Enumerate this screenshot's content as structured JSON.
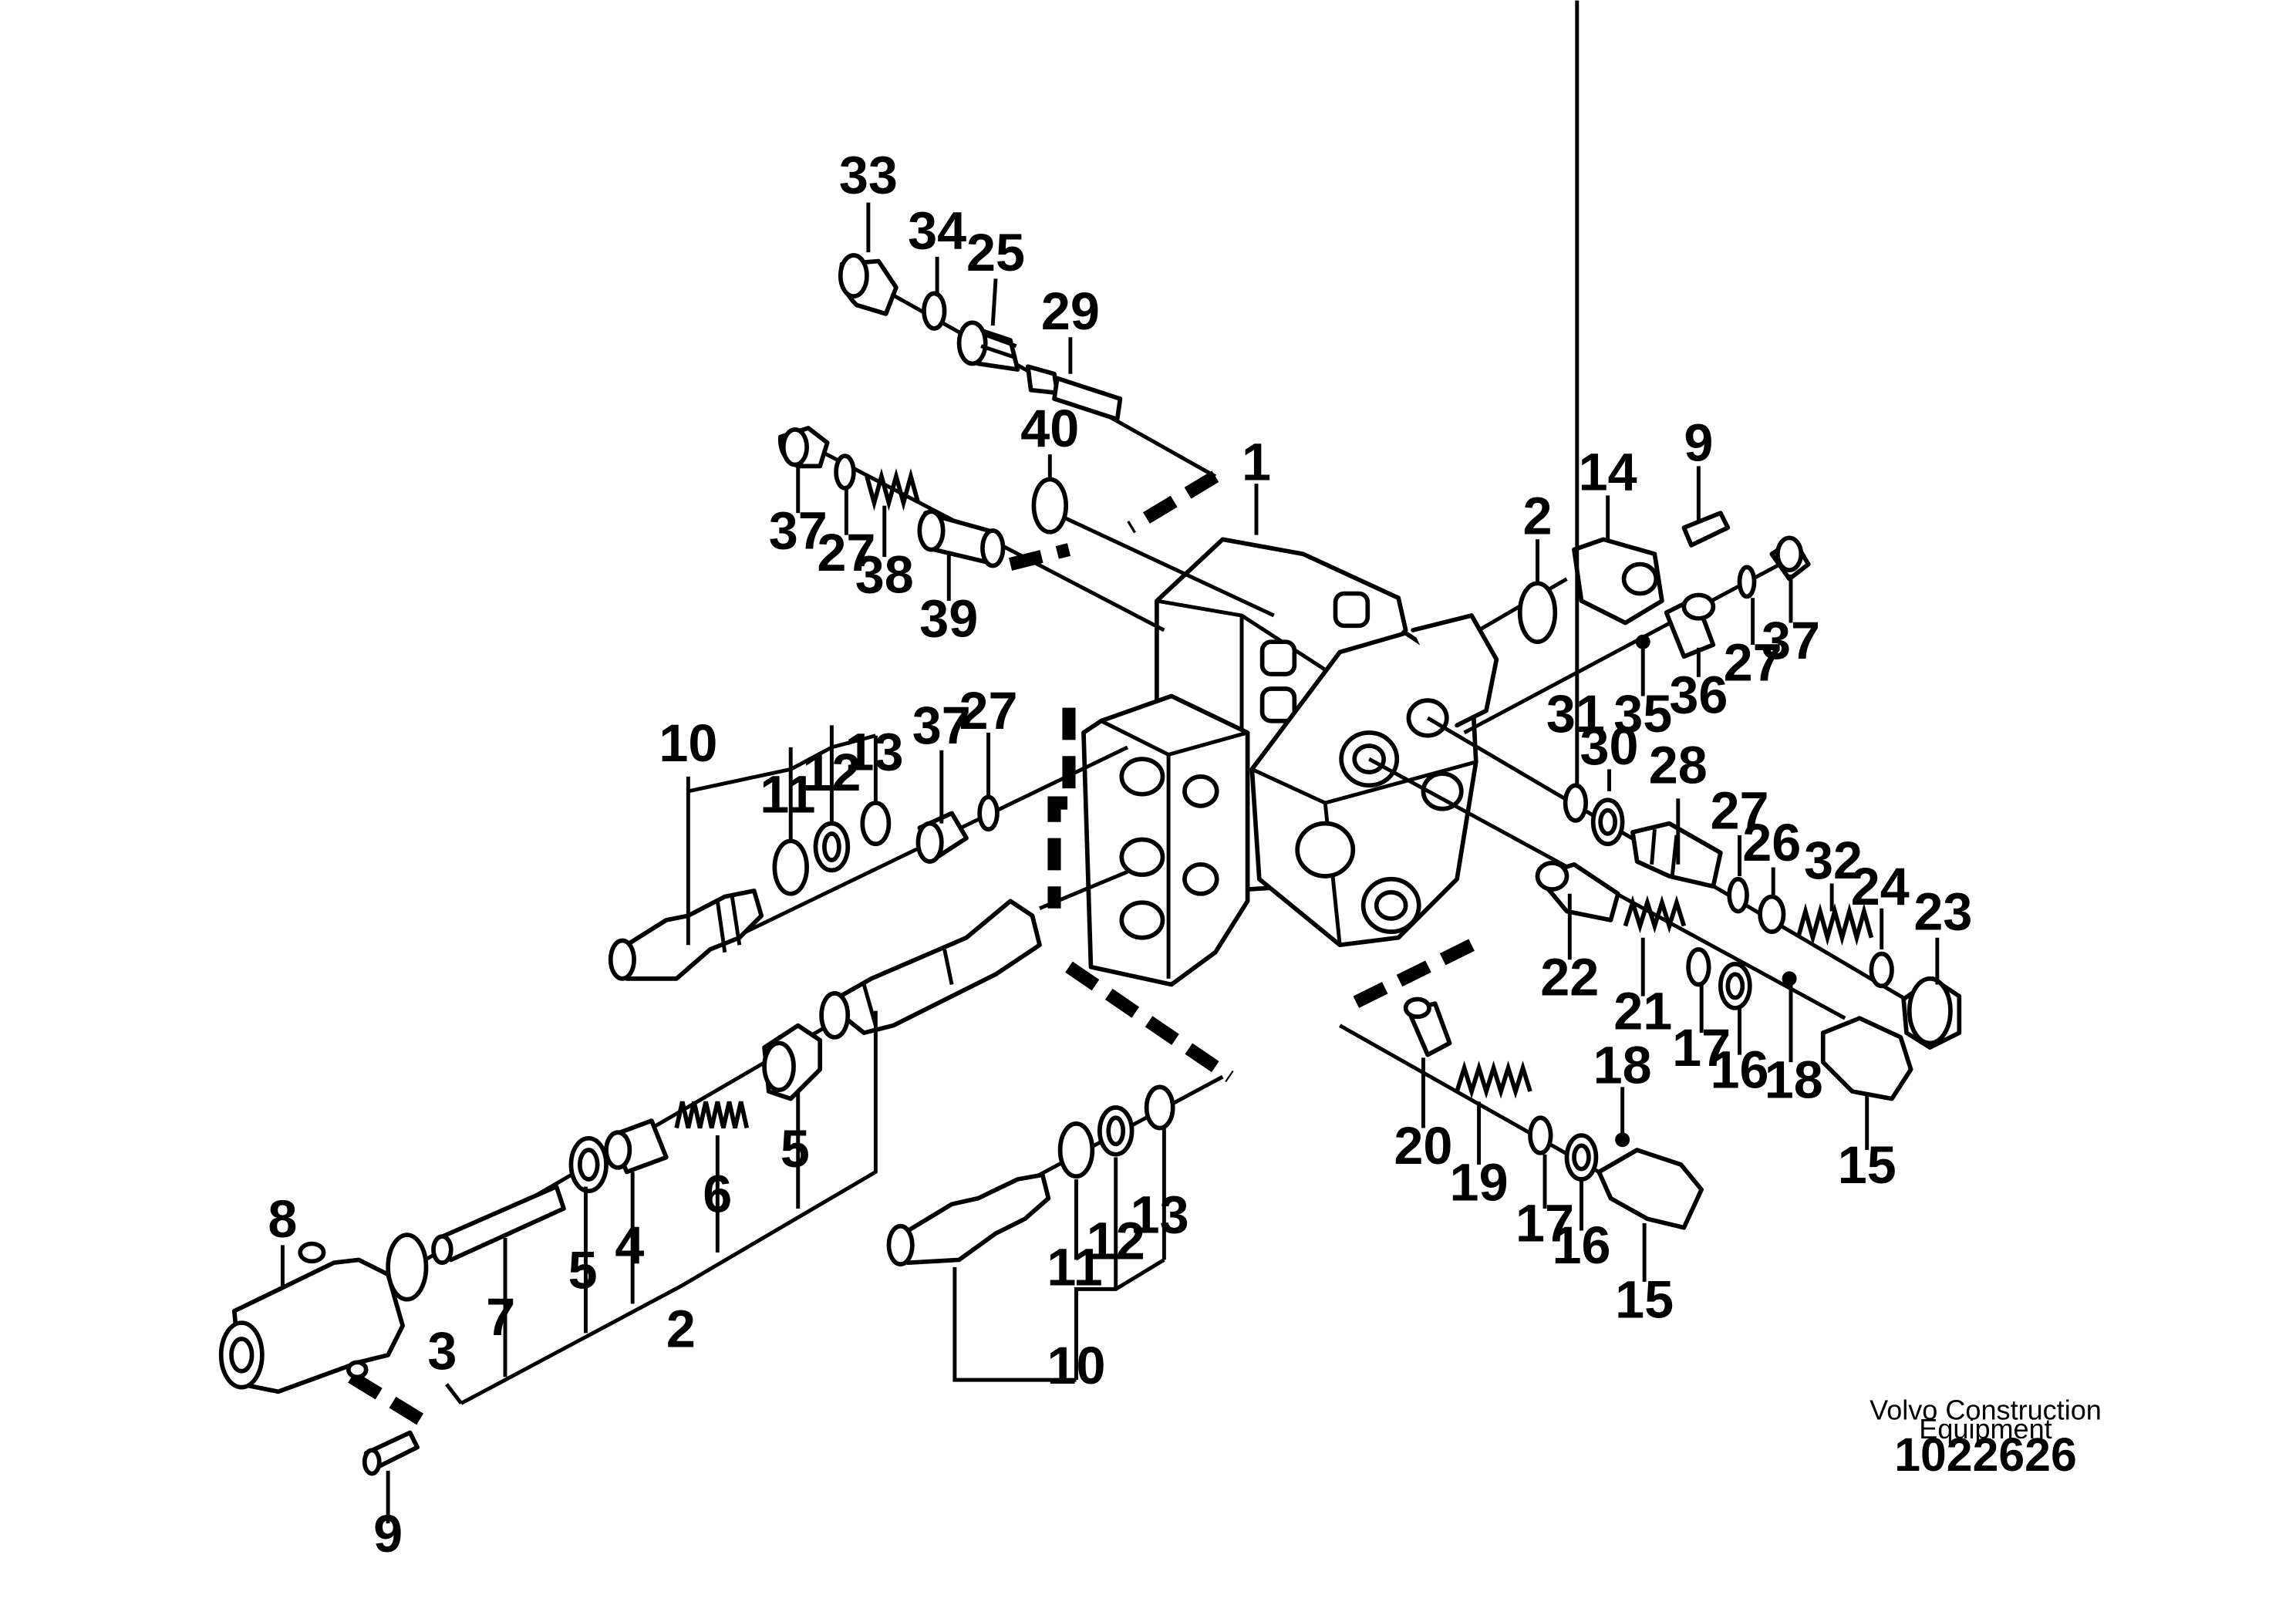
{
  "publisher": {
    "line1": "Volvo Construction",
    "line2": "Equipment"
  },
  "drawing_number": "1022626",
  "callouts": [
    "1",
    "2",
    "2",
    "3",
    "4",
    "5",
    "5",
    "6",
    "7",
    "8",
    "9",
    "9",
    "10",
    "10",
    "11",
    "11",
    "12",
    "12",
    "13",
    "13",
    "14",
    "15",
    "15",
    "16",
    "16",
    "17",
    "17",
    "18",
    "18",
    "19",
    "20",
    "21",
    "22",
    "23",
    "24",
    "25",
    "26",
    "27",
    "27",
    "27",
    "27",
    "28",
    "29",
    "30",
    "31",
    "32",
    "33",
    "34",
    "35",
    "36",
    "37",
    "37",
    "37",
    "38",
    "39",
    "40"
  ]
}
